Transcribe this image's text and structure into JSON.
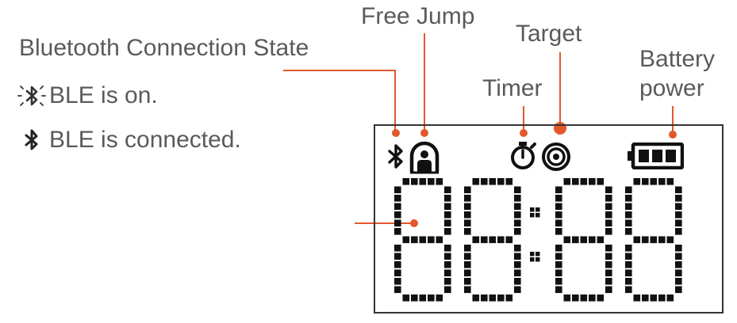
{
  "labels": {
    "bluetooth_state": "Bluetooth Connection State",
    "free_jump": "Free Jump",
    "target": "Target",
    "timer": "Timer",
    "battery_line1": "Battery",
    "battery_line2": "power"
  },
  "legend": {
    "ble_on": "BLE is on.",
    "ble_connected": "BLE is connected."
  },
  "display": {
    "digits": "88:88"
  },
  "icons": {
    "bluetooth": "bluetooth-icon",
    "bluetooth_blinking": "bluetooth-blinking-icon",
    "free_jump": "jumper-person-icon",
    "timer": "stopwatch-icon",
    "target": "target-icon",
    "battery": "battery-icon"
  },
  "colors": {
    "callout": "#e2582c",
    "text": "#5a5a5a",
    "lcd": "#111111"
  }
}
